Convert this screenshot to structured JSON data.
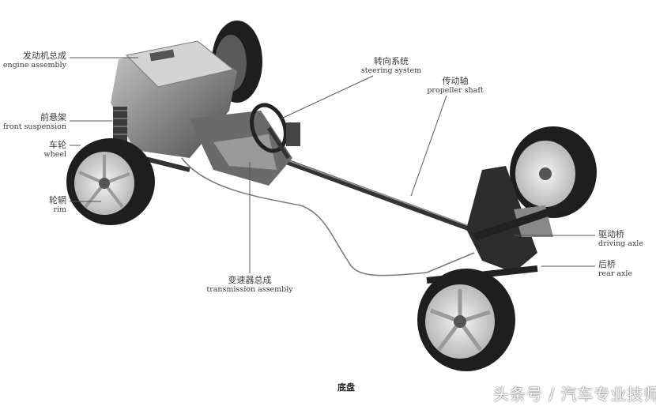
{
  "labels": {
    "engine": {
      "zh": "发动机总成",
      "en": "engine assembly"
    },
    "front_suspension": {
      "zh": "前悬架",
      "en": "front suspension"
    },
    "wheel": {
      "zh": "车轮",
      "en": "wheel"
    },
    "rim": {
      "zh": "轮辋",
      "en": "rim"
    },
    "steering": {
      "zh": "转向系统",
      "en": "steering system"
    },
    "propeller": {
      "zh": "传动轴",
      "en": "propeller shaft"
    },
    "transmission": {
      "zh": "变速器总成",
      "en": "transmission assembly"
    },
    "driving_axle": {
      "zh": "驱动桥",
      "en": "driving axle"
    },
    "rear_axle": {
      "zh": "后桥",
      "en": "rear axle"
    }
  },
  "caption": "底盘",
  "watermark": "头条号 / 汽车专业技师"
}
